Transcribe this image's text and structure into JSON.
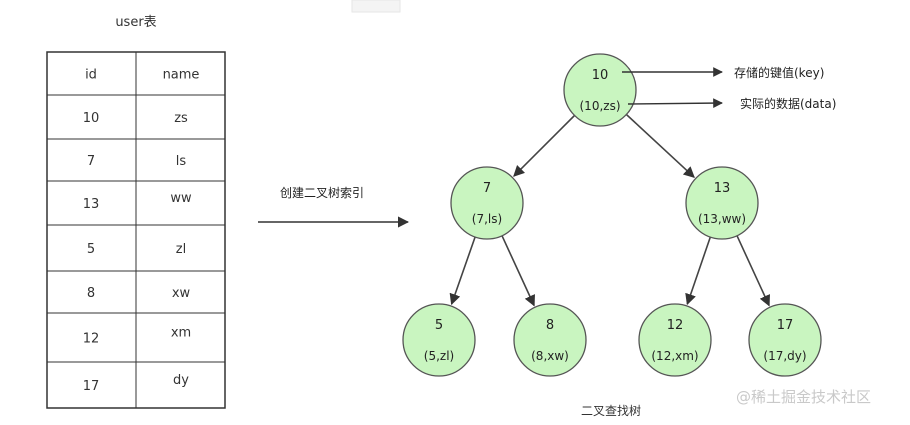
{
  "table": {
    "title": "user表",
    "headers": [
      "id",
      "name"
    ],
    "rows": [
      [
        "10",
        "zs"
      ],
      [
        "7",
        "ls"
      ],
      [
        "13",
        "ww"
      ],
      [
        "5",
        "zl"
      ],
      [
        "8",
        "xw"
      ],
      [
        "12",
        "xm"
      ],
      [
        "17",
        "dy"
      ]
    ]
  },
  "arrow_label": "创建二叉树索引",
  "tree": {
    "nodes": [
      {
        "id": "n10",
        "key": "10",
        "data": "(10,zs)"
      },
      {
        "id": "n7",
        "key": "7",
        "data": "(7,ls)"
      },
      {
        "id": "n13",
        "key": "13",
        "data": "(13,ww)"
      },
      {
        "id": "n5",
        "key": "5",
        "data": "(5,zl)"
      },
      {
        "id": "n8",
        "key": "8",
        "data": "(8,xw)"
      },
      {
        "id": "n12",
        "key": "12",
        "data": "(12,xm)"
      },
      {
        "id": "n17",
        "key": "17",
        "data": "(17,dy)"
      }
    ],
    "edges": [
      [
        "n10",
        "n7"
      ],
      [
        "n10",
        "n13"
      ],
      [
        "n7",
        "n5"
      ],
      [
        "n7",
        "n8"
      ],
      [
        "n13",
        "n12"
      ],
      [
        "n13",
        "n17"
      ]
    ],
    "annotations": {
      "key_label": "存储的键值(key)",
      "data_label": "实际的数据(data)"
    },
    "caption": "二叉查找树"
  },
  "watermark": "@稀土掘金技术社区",
  "colors": {
    "node_fill": "#c9f5c0",
    "node_stroke": "#555555",
    "edge": "#444444"
  }
}
